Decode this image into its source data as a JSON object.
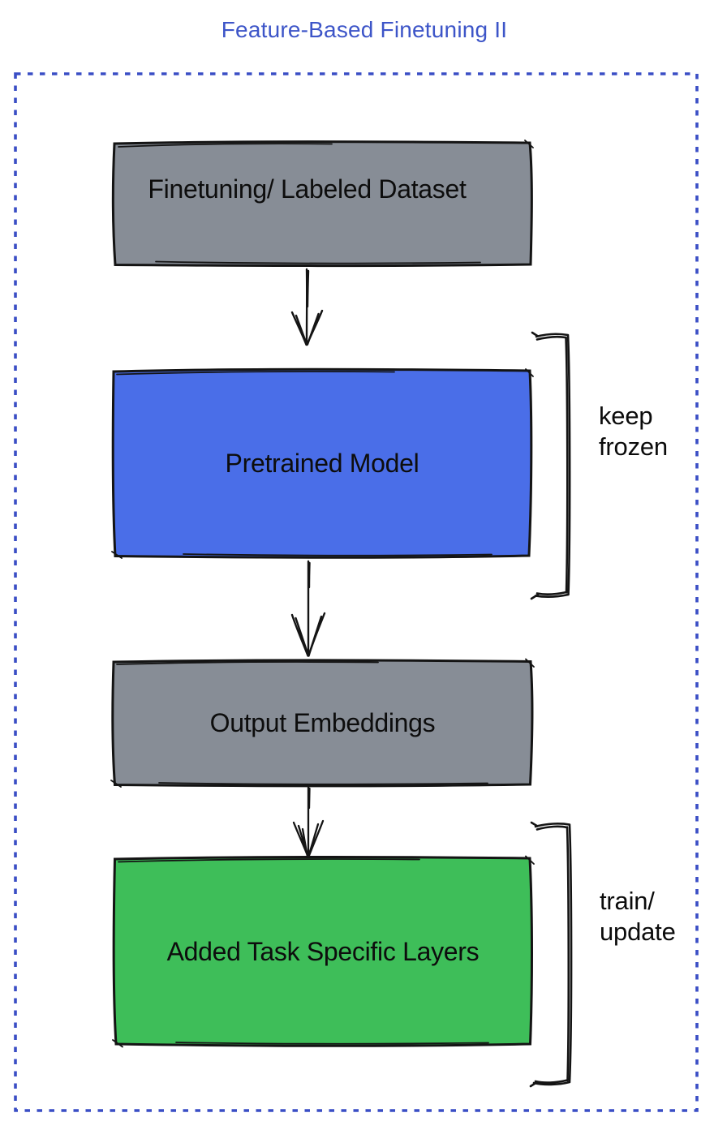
{
  "title": {
    "text": "Feature-Based Finetuning II"
  },
  "colors": {
    "title": "#3D55C8",
    "frame": "#3A4EC5",
    "node_border": "#141414",
    "text": "#0d0d0d",
    "gray": "#878D96",
    "blue": "#4A6EE8",
    "green": "#3EBE59"
  },
  "nodes": [
    {
      "label": "Finetuning/ Labeled Dataset",
      "fill": "#878D96"
    },
    {
      "label": "Pretrained Model",
      "fill": "#4A6EE8"
    },
    {
      "label": "Output Embeddings",
      "fill": "#878D96"
    },
    {
      "label": "Added Task Specific Layers",
      "fill": "#3EBE59"
    }
  ],
  "annotations": [
    {
      "target": "Pretrained Model",
      "lines": [
        "keep",
        "frozen"
      ]
    },
    {
      "target": "Added Task Specific Layers",
      "lines": [
        "train/",
        "update"
      ]
    }
  ]
}
